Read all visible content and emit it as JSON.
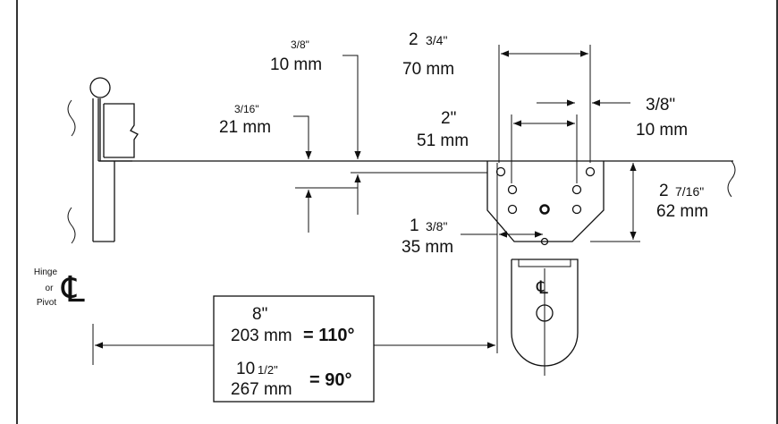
{
  "dimensions": {
    "top_spacing_3_8": {
      "inch": "3/8\"",
      "mm": "10 mm"
    },
    "top_spacing_3_16": {
      "inch": "3/16\"",
      "mm": "21 mm"
    },
    "width_2_3_4": {
      "inch_whole": "2",
      "inch_frac": "3/4\"",
      "mm": "70 mm"
    },
    "spacing_2": {
      "inch": "2\"",
      "mm": "51 mm"
    },
    "right_offset_3_8": {
      "inch": "3/8\"",
      "mm": "10 mm"
    },
    "height_2_7_16": {
      "inch_whole": "2",
      "inch_frac": "7/16\"",
      "mm": "62 mm"
    },
    "offset_1_3_8": {
      "inch_whole": "1",
      "inch_frac": "3/8\"",
      "mm": "35 mm"
    }
  },
  "pivot": {
    "label_line1": "Hinge",
    "label_line2": "or",
    "label_line3": "Pivot",
    "symbol": "℄"
  },
  "angle_box": {
    "row1_inch": "8\"",
    "row1_mm": "203 mm",
    "row1_angle": "= 110°",
    "row2_inch_whole": "10",
    "row2_inch_frac": "1/2\"",
    "row2_mm": "267 mm",
    "row2_angle": "= 90°"
  },
  "arm_centerline_symbol": "℄"
}
